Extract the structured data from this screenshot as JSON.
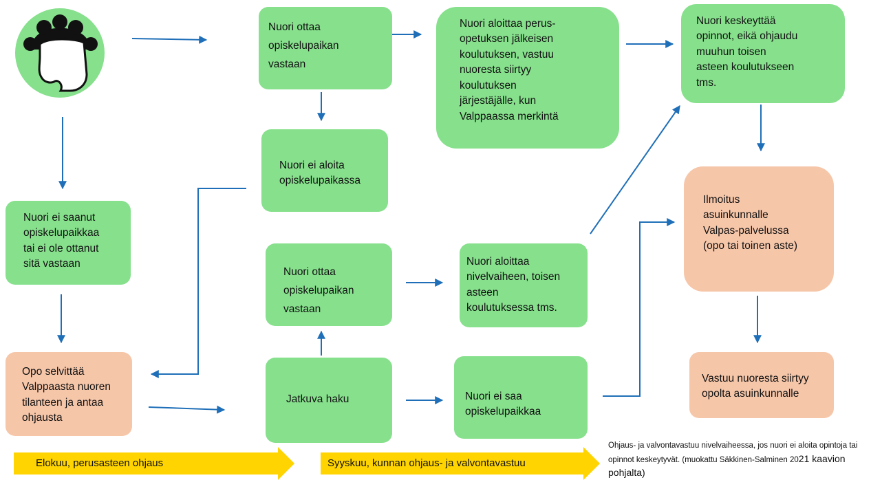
{
  "boxes": {
    "b1": "Nuori ottaa\nopiskelupaikan\nvastaan",
    "b2": "Nuori aloittaa perus-\nopetuksen jälkeisen\nkoulutuksen, vastuu\nnuoresta siirtyy\nkoulutuksen\njärjestäjälle, kun\nValppaassa merkintä",
    "b3": "Nuori keskeyttää\nopinnot, eikä ohjaudu\nmuuhun toisen\nasteen koulutukseen\ntms.",
    "b4": "Nuori ei aloita\nopiskelupaikassa",
    "b5": "Nuori ei saanut\nopiskelupaikkaa\ntai ei ole ottanut\nsitä vastaan",
    "b6": "Ilmoitus\nasuinkunnalle\nValpas-palvelussa\n(opo tai toinen aste)",
    "b7": "Nuori ottaa\nopiskelupaikan\nvastaan",
    "b8": "Nuori aloittaa\nnivelvaiheen, toisen\nasteen\nkoulutuksessa tms.",
    "b9": "Opo selvittää\nValppaasta nuoren\ntilanteen ja antaa\nohjausta",
    "b10": "Jatkuva haku",
    "b11": "Nuori ei saa\nopiskelupaikkaa",
    "b12": "Vastuu nuoresta siirtyy\nopolta asuinkunnalle"
  },
  "bands": {
    "august": "Elokuu, perusasteen ohjaus",
    "september": "Syyskuu, kunnan ohjaus- ja valvontavastuu"
  },
  "caption": {
    "main": "Ohjaus- ja valvontavastuu nivelvaiheessa, jos nuori ei aloita opintoja tai opinnot keskeytyvät. (muokattu Säkkinen-Salminen 20",
    "tail": "21 kaavion pohjalta)"
  },
  "colors": {
    "green": "#86e08c",
    "peach": "#f6c6a9",
    "arrow": "#1f6fb8",
    "band": "#ffd400"
  }
}
